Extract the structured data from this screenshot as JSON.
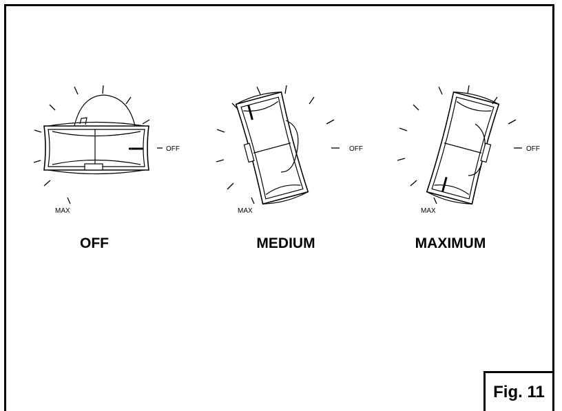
{
  "dials": [
    {
      "id": "off",
      "caption": "OFF",
      "off_label": "OFF",
      "max_label": "MAX",
      "position": "off"
    },
    {
      "id": "medium",
      "caption": "MEDIUM",
      "off_label": "OFF",
      "max_label": "MAX",
      "position": "medium"
    },
    {
      "id": "maximum",
      "caption": "MAXIMUM",
      "off_label": "OFF",
      "max_label": "MAX",
      "position": "maximum"
    }
  ],
  "figure_label": "Fig. 11",
  "colors": {
    "line": "#000000",
    "background": "#ffffff"
  }
}
